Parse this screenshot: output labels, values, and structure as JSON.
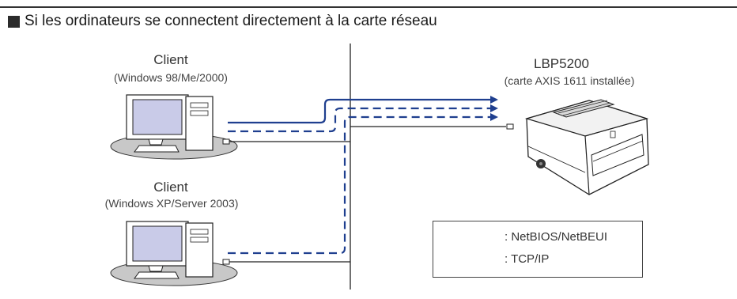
{
  "heading": "Si les ordinateurs se connectent directement à la carte réseau",
  "client1": {
    "title": "Client",
    "os": "(Windows 98/Me/2000)"
  },
  "client2": {
    "title": "Client",
    "os": "(Windows XP/Server 2003)"
  },
  "printer": {
    "model": "LBP5200",
    "card": "(carte AXIS 1611 installée)"
  },
  "legend": {
    "netbios": ": NetBIOS/NetBEUI",
    "tcpip": ": TCP/IP"
  },
  "colors": {
    "protocol_line": "#1f3f8f",
    "network_line": "#222222",
    "screen": "#c9cbe8",
    "device_body": "#ffffff",
    "device_shadow": "#c8c8c8"
  },
  "icons": [
    "computer-icon",
    "printer-icon",
    "arrow-icon"
  ]
}
